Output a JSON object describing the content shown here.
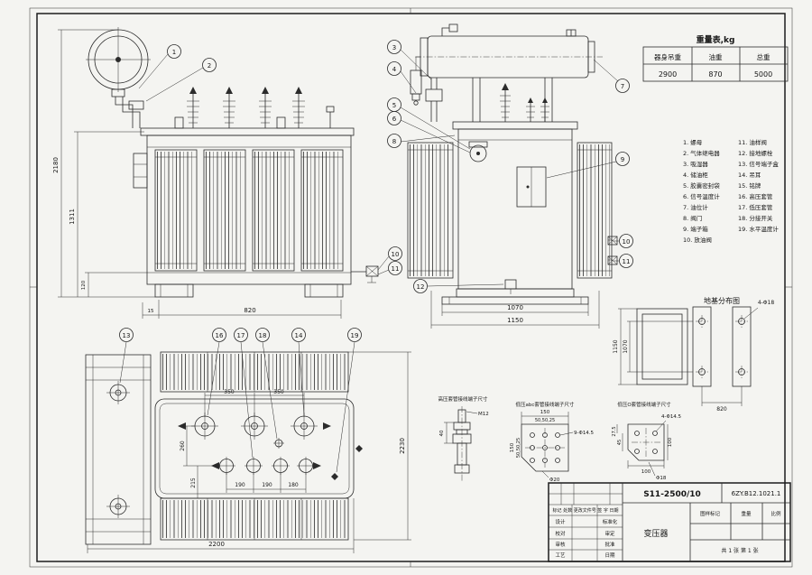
{
  "weight_table": {
    "title": "重量表,kg",
    "headers": [
      "器身吊重",
      "油重",
      "总重"
    ],
    "values": [
      "2900",
      "870",
      "5000"
    ]
  },
  "parts_list": {
    "items_left": [
      "1. 螺母",
      "2. 气体继电器",
      "3. 吸湿器",
      "4. 储油柜",
      "5. 胶囊密封袋",
      "6. 信号温度计",
      "7. 油位计",
      "8. 阀门",
      "9. 端子箱",
      "10. 放油阀"
    ],
    "items_right": [
      "11. 油样阀",
      "12. 接地螺栓",
      "13. 信号端子盒",
      "14. 吊耳",
      "15. 铭牌",
      "16. 高压套管",
      "17. 低压套管",
      "18. 分接开关",
      "19. 水平温度计"
    ]
  },
  "dims": {
    "front": {
      "total_height": "2180",
      "tank_height": "1311",
      "base_height": "120",
      "foot": "15",
      "base_width": "820"
    },
    "side": {
      "base_width": "1070",
      "overall_width": "1150"
    },
    "top": {
      "hv_pitch1": "350",
      "hv_pitch2": "350",
      "row_gap": "260",
      "lv_row": "215",
      "lv_pitch1": "190",
      "lv_pitch2": "190",
      "lv_pitch3": "180",
      "overall_width": "2200",
      "overall_depth": "2230"
    }
  },
  "foundation": {
    "title": "地基分布图",
    "holes": "4-Φ18",
    "height": "1150",
    "inner_height": "1070",
    "width": "820"
  },
  "terminals": {
    "hv": {
      "title": "高压套管接线端子尺寸",
      "thread": "M12",
      "nut_height": "40"
    },
    "lv_abc": {
      "title": "低压abc套管接线端子尺寸",
      "width": "150",
      "pitches_top": "50,50,25",
      "height": "150",
      "pitches_left": "50,50,25",
      "holes": "9-Φ14.5",
      "stud": "Φ20"
    },
    "lv_o": {
      "title": "低压O套管接线端子尺寸",
      "holes": "4-Φ14.5",
      "pitch_v": "45",
      "edge": "27.5",
      "width": "100",
      "height": "100",
      "stud": "Φ18"
    }
  },
  "callouts": {
    "c1": "1",
    "c2": "2",
    "c3": "3",
    "c4": "4",
    "c5": "5",
    "c6": "6",
    "c7": "7",
    "c8": "8",
    "c9": "9",
    "c10": "10",
    "c11": "11",
    "c12": "12",
    "c13": "13",
    "c14": "14",
    "c16": "16",
    "c17": "17",
    "c18": "18",
    "c19": "19"
  },
  "title_block": {
    "model": "S11-2500/10",
    "product": "变压器",
    "drawing_no": "6ZY.B12.1021.1",
    "mark_label": "图样标记",
    "weight_label": "重量",
    "scale_label": "比例",
    "sheet": "共 1 张  第 1 张",
    "rev_header": "标记 处数 更改文件号 签 字 日期",
    "sig_rows": [
      [
        "设计",
        "标准化"
      ],
      [
        "校对",
        "审定"
      ],
      [
        "审核",
        "批准"
      ],
      [
        "工艺",
        "日期"
      ]
    ]
  }
}
